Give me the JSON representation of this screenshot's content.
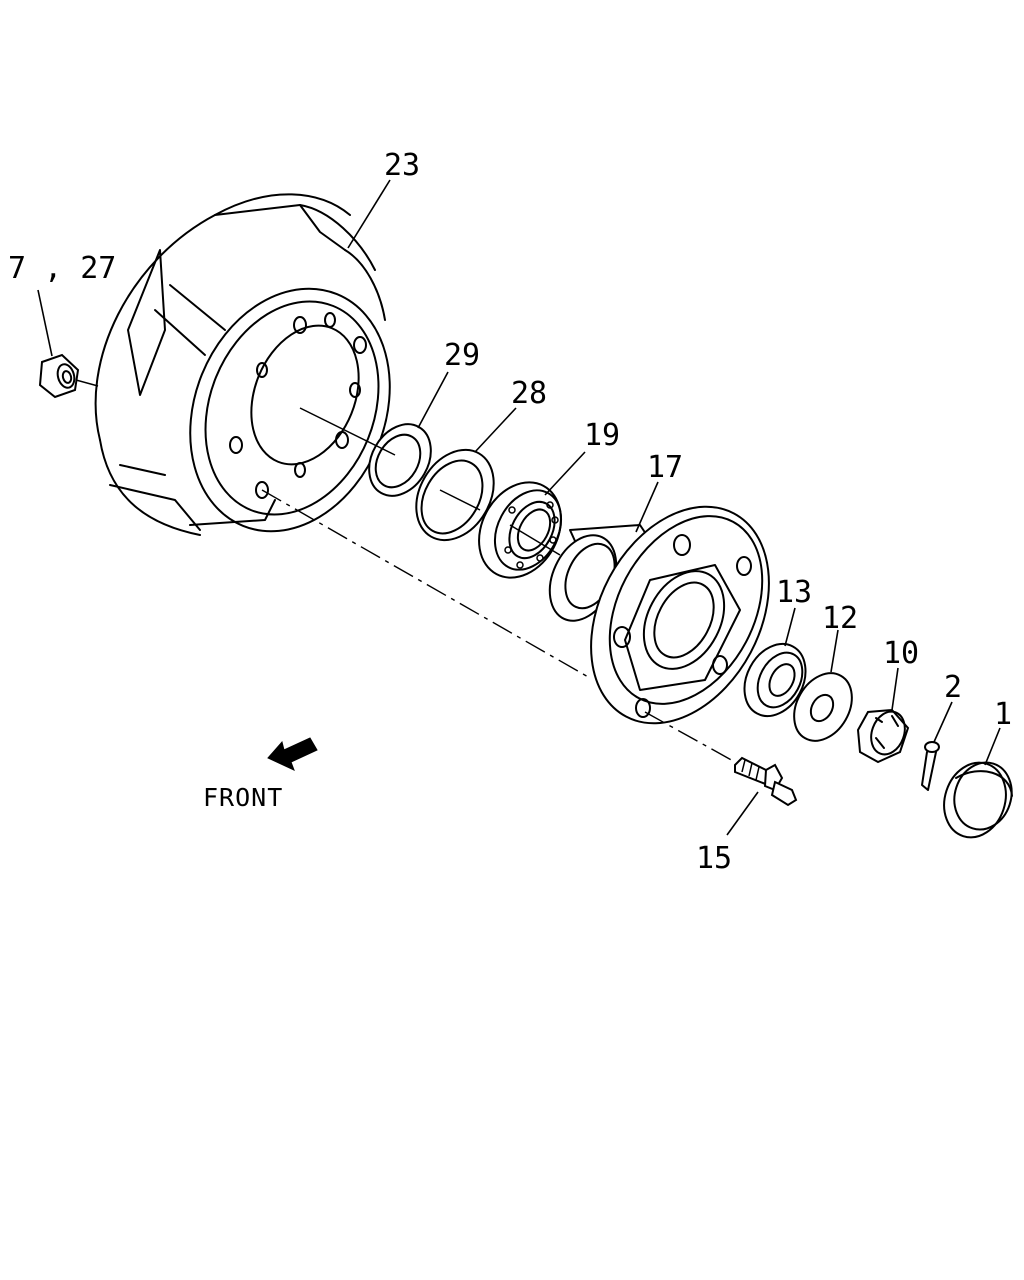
{
  "labels": {
    "p23": "23",
    "p7_27": "7 , 27",
    "p29": "29",
    "p28": "28",
    "p19": "19",
    "p17": "17",
    "p13": "13",
    "p12": "12",
    "p10": "10",
    "p2": "2",
    "p1": "1",
    "p15": "15"
  },
  "front_label": "FRONT",
  "icons": {
    "front_arrow": "arrow-down-left-icon"
  }
}
